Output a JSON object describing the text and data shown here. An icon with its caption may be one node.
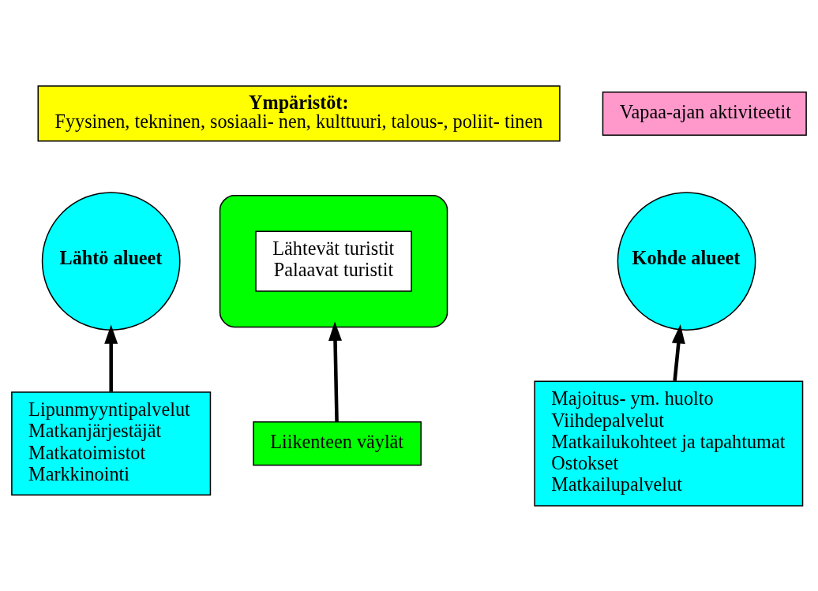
{
  "diagram": {
    "nodes": [
      {
        "text": [
          "Ympäristöt:",
          "Fyysinen, tekninen, sosiaali- nen, kulttuuri, talous-, poliit- tinen"
        ]
      },
      {
        "text": [],
        "shape": "ellipse"
      },
      {
        "text": [
          "Lähtö alueet"
        ]
      },
      {
        "text": [
          "Kohde alueet"
        ]
      },
      {
        "text": [
          "Vapaa-ajan aktiviteetit"
        ]
      },
      {
        "text": [
          "Lähtevät turistit",
          "Palaavat turistit"
        ],
        "in": 1
      },
      {
        "text": [
          "Lipunmyyntipalvelut",
          "Matkanjärjestäjät",
          "Matkatoimistot",
          "Markkinointi"
        ]
      },
      {
        "text": [
          "Liikenteen väylät"
        ]
      },
      {
        "text": [
          "Majoitus- ym. huolto",
          "Viihdepalvelut",
          "Matkailukohteet ja tapahtumat",
          "Ostokset",
          "Matkailupalvelut"
        ]
      }
    ],
    "edges": [
      {
        "from": 6,
        "to": 2,
        "arrow": "to"
      },
      {
        "from": 7,
        "to": 1,
        "arrow": "to"
      },
      {
        "from": 8,
        "to": 3,
        "arrow": "to"
      }
    ]
  }
}
